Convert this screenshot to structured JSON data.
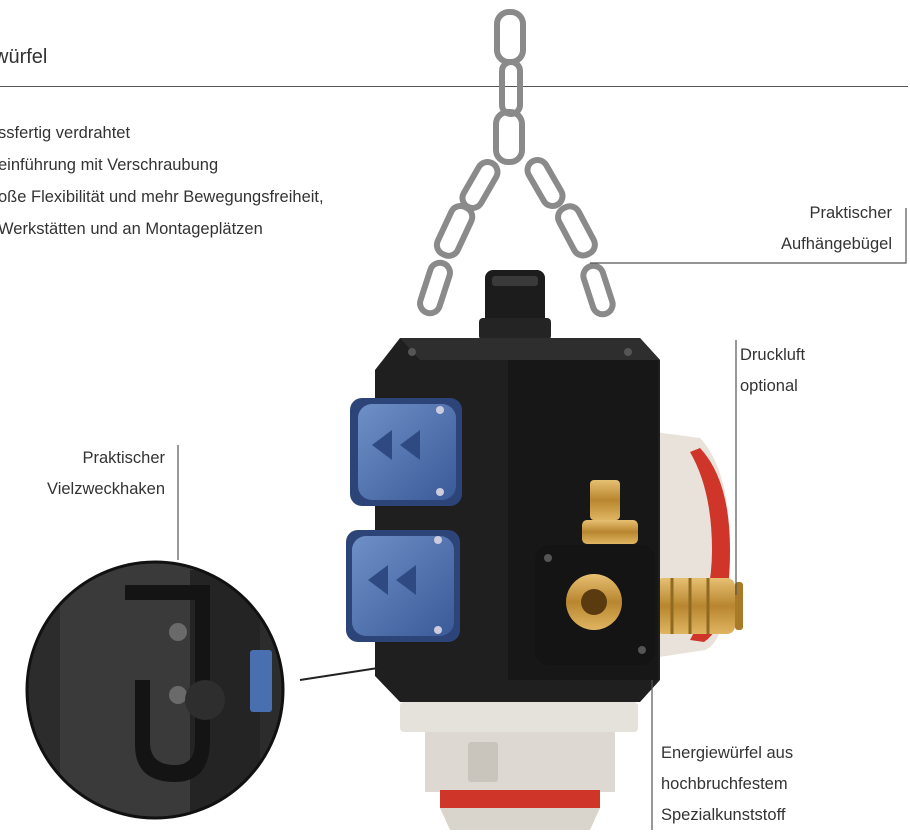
{
  "heading": "würfel",
  "bullets": [
    "ssfertig verdrahtet",
    "einführung mit Verschraubung",
    "oße Flexibilität und mehr Bewegungsfreiheit,",
    "Werkstätten und an Montageplätzen"
  ],
  "callouts": {
    "hanger": [
      "Praktischer",
      "Aufhängebügel"
    ],
    "compressed_air": [
      "Druckluft",
      "optional"
    ],
    "hook": [
      "Praktischer",
      "Vielzweckhaken"
    ],
    "housing": [
      "Energiewürfel aus",
      "hochbruchfestem",
      "Spezialkunststoff"
    ]
  },
  "colors": {
    "socket_blue": "#4a6fb0",
    "housing_black": "#1d1d1d",
    "brass": "#c99a3e",
    "cee_red": "#d0352a"
  }
}
